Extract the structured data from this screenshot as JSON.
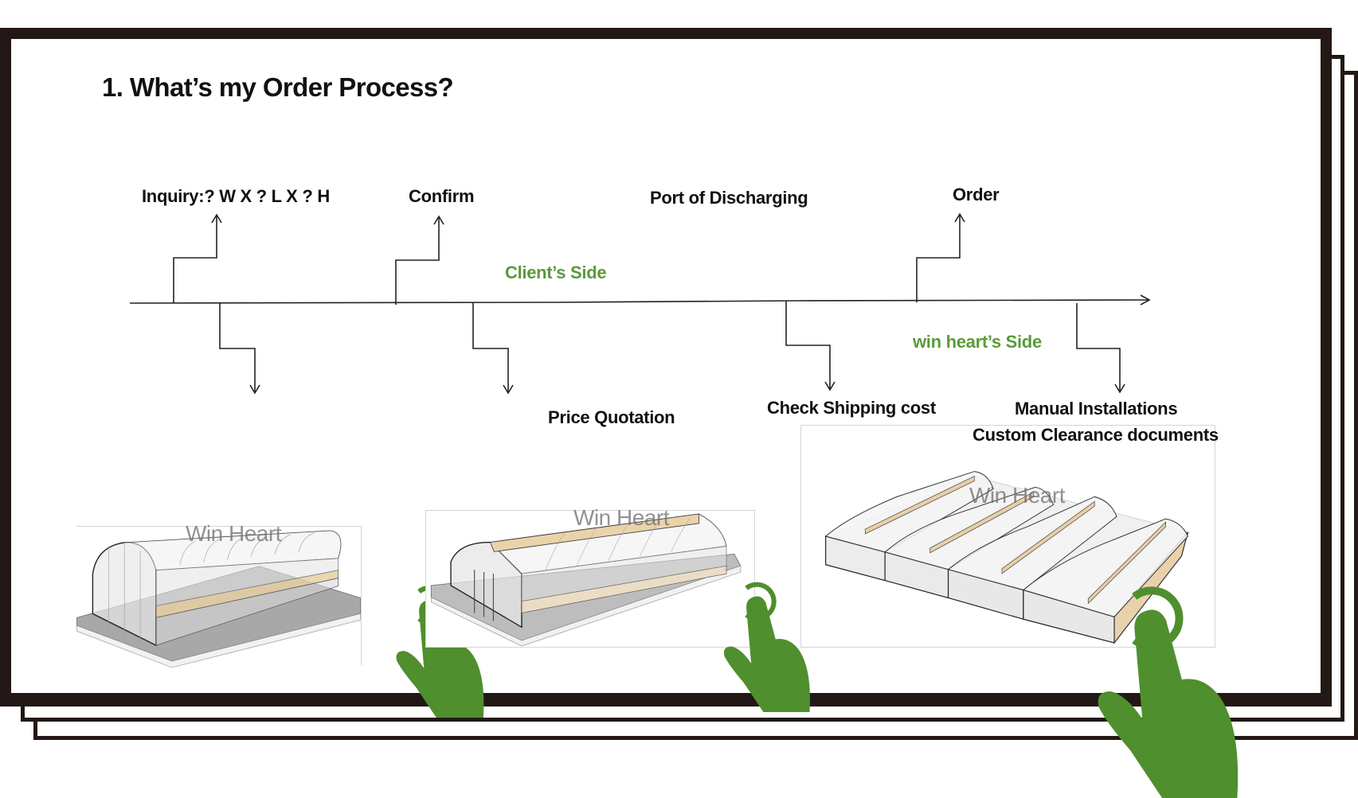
{
  "title": "1. What’s my Order Process?",
  "timeline": {
    "client_side_label": "Client’s Side",
    "supplier_side_label": "win heart’s Side",
    "client_steps": [
      {
        "label": "Inquiry:? W X ? L X ? H"
      },
      {
        "label": "Confirm"
      },
      {
        "label": "Port of Discharging"
      },
      {
        "label": "Order"
      }
    ],
    "supplier_steps": [
      {
        "label": ""
      },
      {
        "label": "Price Quotation"
      },
      {
        "label": "Check Shipping cost"
      },
      {
        "label": "Manual Installations"
      },
      {
        "label": "Custom Clearance documents"
      }
    ]
  },
  "images": [
    {
      "caption": "Win Heart",
      "subject": "single-span tunnel greenhouse",
      "icon": "tap-hand-icon"
    },
    {
      "caption": "Win Heart",
      "subject": "arched greenhouse with roof vent",
      "icon": "tap-hand-icon"
    },
    {
      "caption": "Win Heart",
      "subject": "multi-span greenhouse",
      "icon": "tap-hand-icon"
    }
  ],
  "colors": {
    "frame": "#231815",
    "accent_green": "#5b9a3a",
    "hand_green": "#4f8f2e",
    "text": "#111111"
  }
}
